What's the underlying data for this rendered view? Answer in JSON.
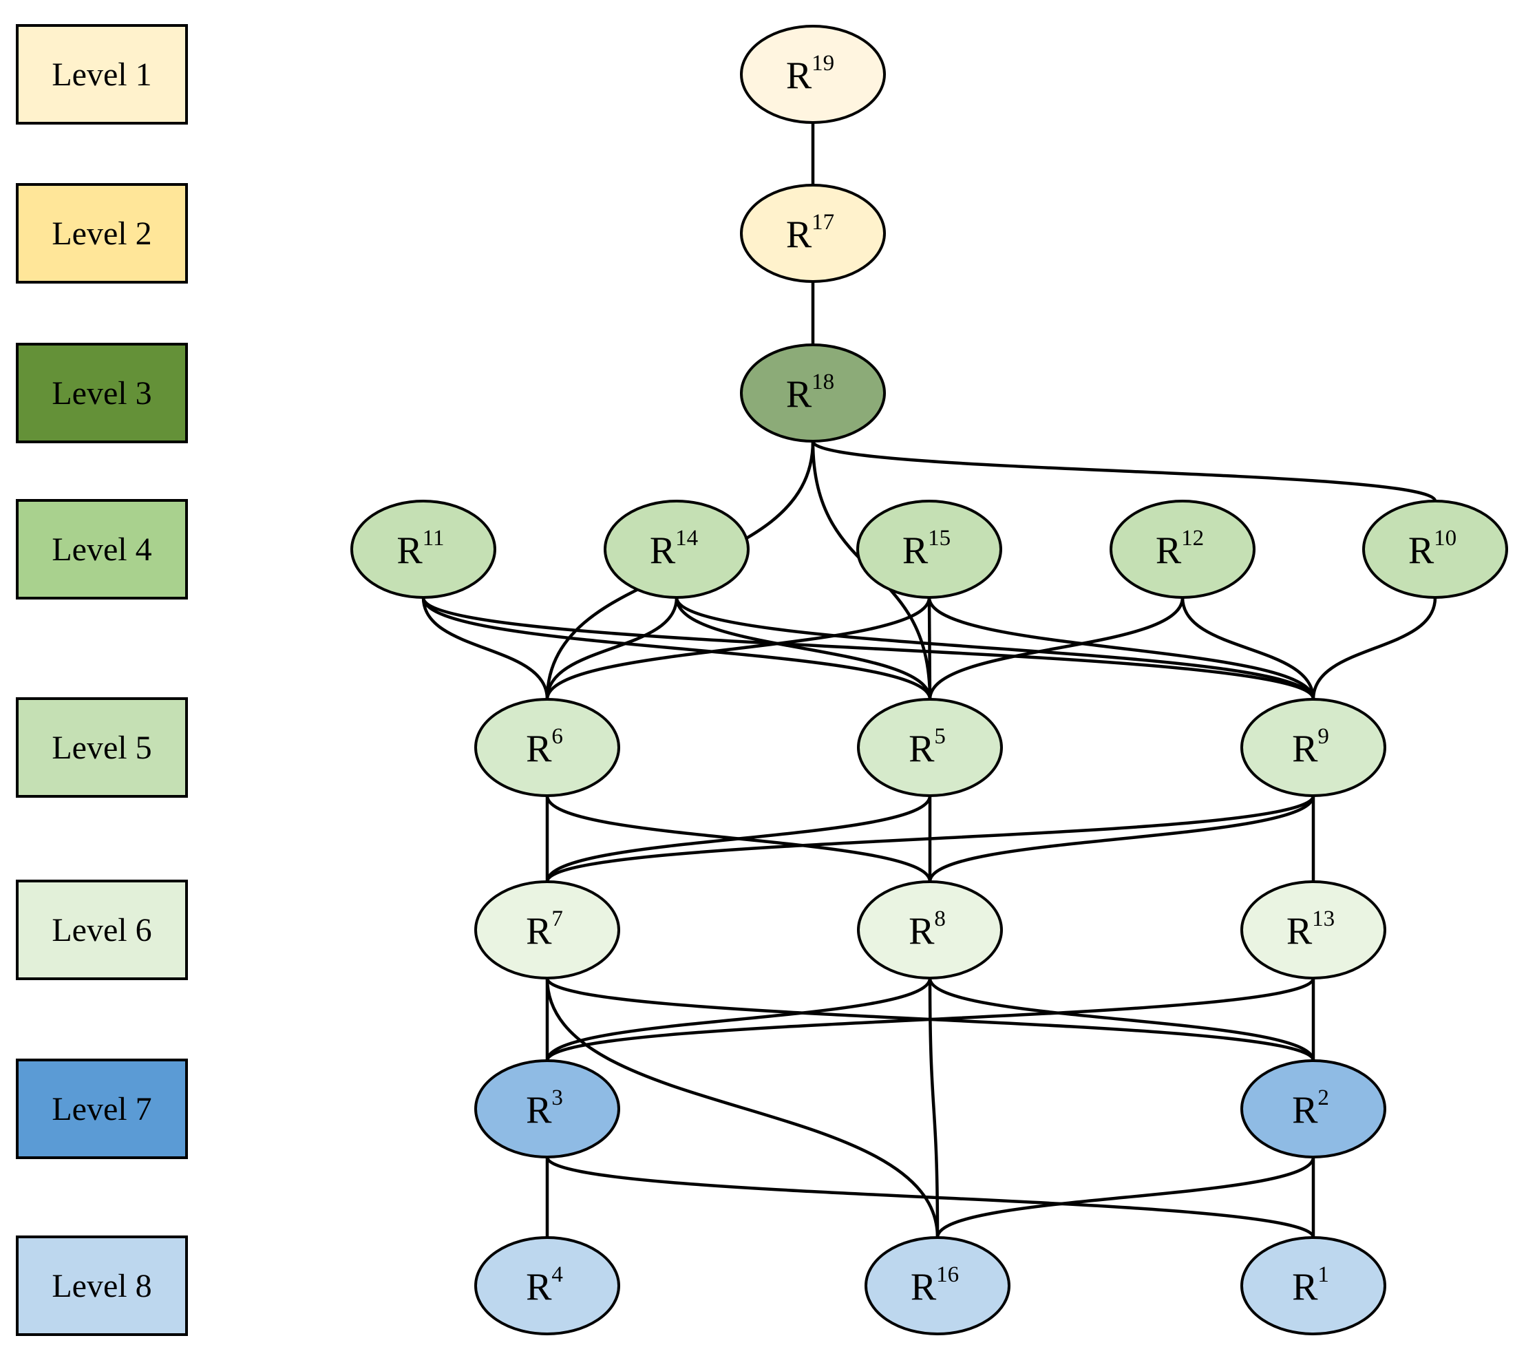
{
  "legend": [
    {
      "label": "Level 1",
      "color": "#FFF2CC"
    },
    {
      "label": "Level 2",
      "color": "#FFE699"
    },
    {
      "label": "Level 3",
      "color": "#649138"
    },
    {
      "label": "Level 4",
      "color": "#A9D18E"
    },
    {
      "label": "Level 5",
      "color": "#C5E0B4"
    },
    {
      "label": "Level 6",
      "color": "#E2F0D9"
    },
    {
      "label": "Level 7",
      "color": "#5B9BD5"
    },
    {
      "label": "Level 8",
      "color": "#BDD7EE"
    }
  ],
  "node_colors": {
    "level1": "#FFF5E0",
    "level2": "#FFF2CC",
    "level3": "#8CAB78",
    "level4": "#C5E0B4",
    "level5": "#D6EACB",
    "level6": "#EAF4E2",
    "level7": "#8FBBE4",
    "level8": "#BDD7EE"
  },
  "nodes": [
    {
      "id": "R19",
      "base": "R",
      "sup": "19",
      "level": 1
    },
    {
      "id": "R17",
      "base": "R",
      "sup": "17",
      "level": 2
    },
    {
      "id": "R18",
      "base": "R",
      "sup": "18",
      "level": 3
    },
    {
      "id": "R11",
      "base": "R",
      "sup": "11",
      "level": 4
    },
    {
      "id": "R14",
      "base": "R",
      "sup": "14",
      "level": 4
    },
    {
      "id": "R15",
      "base": "R",
      "sup": "15",
      "level": 4
    },
    {
      "id": "R12",
      "base": "R",
      "sup": "12",
      "level": 4
    },
    {
      "id": "R10",
      "base": "R",
      "sup": "10",
      "level": 4
    },
    {
      "id": "R6",
      "base": "R",
      "sup": "6",
      "level": 5
    },
    {
      "id": "R5",
      "base": "R",
      "sup": "5",
      "level": 5
    },
    {
      "id": "R9",
      "base": "R",
      "sup": "9",
      "level": 5
    },
    {
      "id": "R7",
      "base": "R",
      "sup": "7",
      "level": 6
    },
    {
      "id": "R8",
      "base": "R",
      "sup": "8",
      "level": 6
    },
    {
      "id": "R13",
      "base": "R",
      "sup": "13",
      "level": 6
    },
    {
      "id": "R3",
      "base": "R",
      "sup": "3",
      "level": 7
    },
    {
      "id": "R2",
      "base": "R",
      "sup": "2",
      "level": 7
    },
    {
      "id": "R4",
      "base": "R",
      "sup": "4",
      "level": 8
    },
    {
      "id": "R16",
      "base": "R",
      "sup": "16",
      "level": 8
    },
    {
      "id": "R1",
      "base": "R",
      "sup": "1",
      "level": 8
    }
  ],
  "edges": [
    [
      "R19",
      "R17"
    ],
    [
      "R17",
      "R18"
    ],
    [
      "R18",
      "R6"
    ],
    [
      "R18",
      "R5"
    ],
    [
      "R18",
      "R10"
    ],
    [
      "R11",
      "R6"
    ],
    [
      "R11",
      "R5"
    ],
    [
      "R11",
      "R9"
    ],
    [
      "R14",
      "R6"
    ],
    [
      "R14",
      "R5"
    ],
    [
      "R14",
      "R9"
    ],
    [
      "R15",
      "R6"
    ],
    [
      "R15",
      "R5"
    ],
    [
      "R15",
      "R9"
    ],
    [
      "R12",
      "R5"
    ],
    [
      "R12",
      "R9"
    ],
    [
      "R10",
      "R9"
    ],
    [
      "R6",
      "R7"
    ],
    [
      "R6",
      "R8"
    ],
    [
      "R5",
      "R7"
    ],
    [
      "R5",
      "R8"
    ],
    [
      "R9",
      "R7"
    ],
    [
      "R9",
      "R8"
    ],
    [
      "R9",
      "R13"
    ],
    [
      "R7",
      "R3"
    ],
    [
      "R7",
      "R16"
    ],
    [
      "R7",
      "R2"
    ],
    [
      "R8",
      "R3"
    ],
    [
      "R8",
      "R16"
    ],
    [
      "R8",
      "R2"
    ],
    [
      "R13",
      "R3"
    ],
    [
      "R13",
      "R2"
    ],
    [
      "R3",
      "R4"
    ],
    [
      "R3",
      "R1"
    ],
    [
      "R2",
      "R16"
    ],
    [
      "R2",
      "R1"
    ]
  ]
}
